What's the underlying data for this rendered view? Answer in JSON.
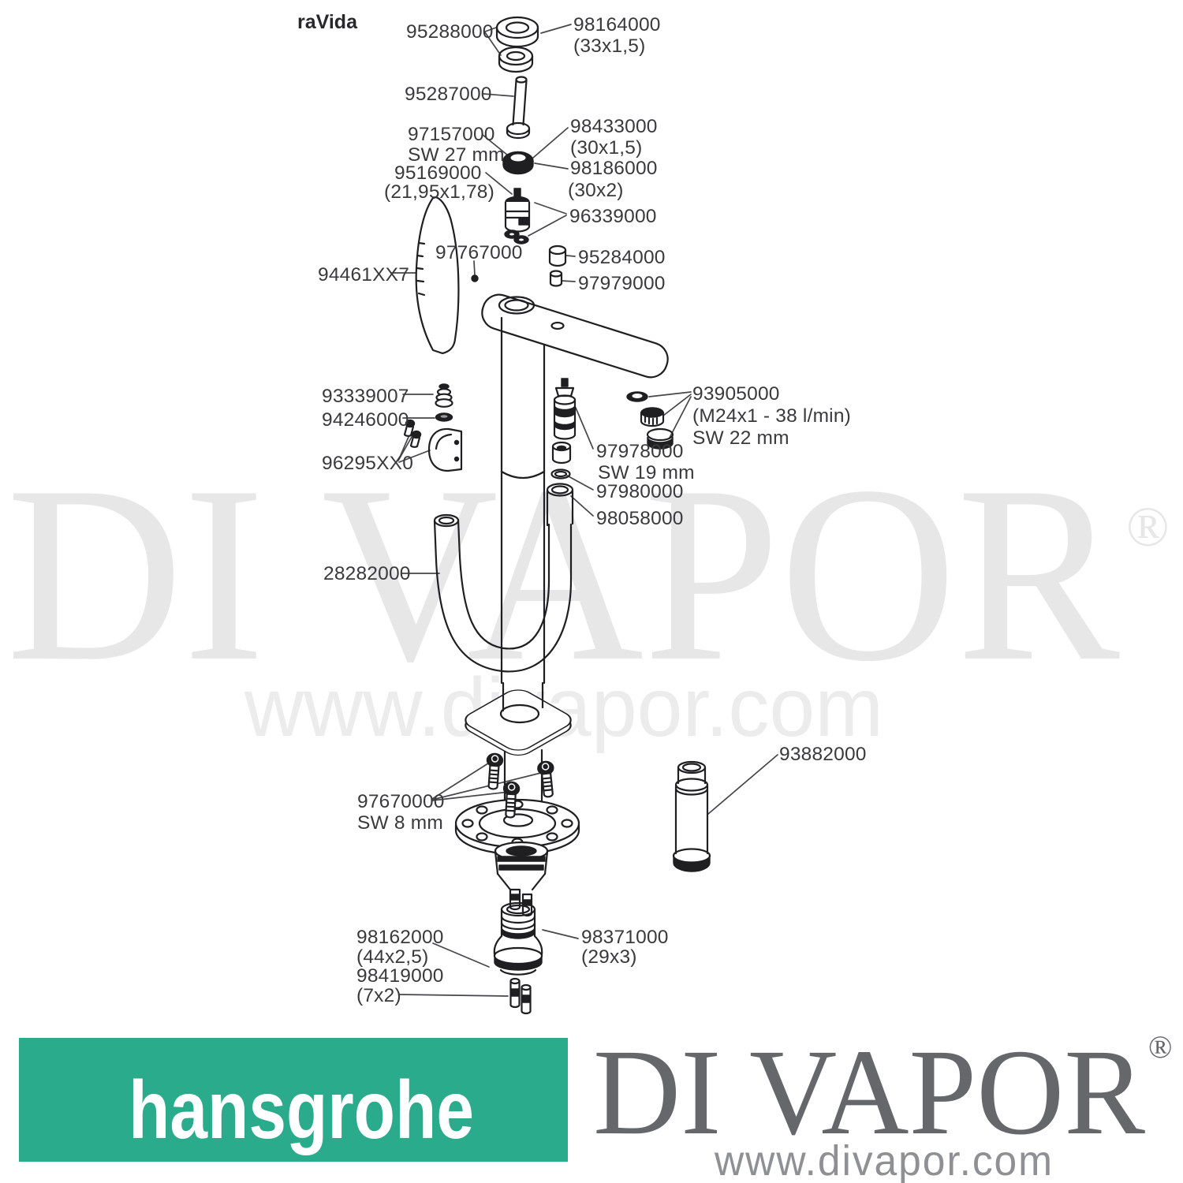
{
  "title": "raVida",
  "diagram": {
    "labels": [
      "95288000",
      "98164000",
      "(33x1,5)",
      "95287000",
      "97157000",
      "SW 27 mm",
      "98433000",
      "(30x1,5)",
      "98186000",
      "(30x2)",
      "95169000",
      "(21,95x1,78)",
      "96339000",
      "97767000",
      "94461XX7",
      "95284000",
      "97979000",
      "93339007",
      "94246000",
      "96295XX0",
      "93905000",
      "(M24x1 - 38 l/min)",
      "SW 22 mm",
      "97978000",
      "SW 19 mm",
      "97980000",
      "98058000",
      "28282000",
      "93882000",
      "97670000",
      "SW 8 mm",
      "98162000",
      "(44x2,5)",
      "98419000",
      "(7x2)",
      "98371000",
      "(29x3)"
    ]
  },
  "watermark": {
    "brand": "DI VAPOR",
    "registered": "®",
    "url": "www.divapor.com"
  },
  "footer": {
    "hansgrohe_logo": "hansgrohe",
    "brand": "DI VAPOR",
    "registered": "®",
    "url": "www.divapor.com"
  },
  "colors": {
    "hansgrohe_green": "#2aab8c",
    "divapor_gray": "#66676b",
    "watermark_gray": "#e7e7e8",
    "label_ink": "#3a3a3c"
  }
}
